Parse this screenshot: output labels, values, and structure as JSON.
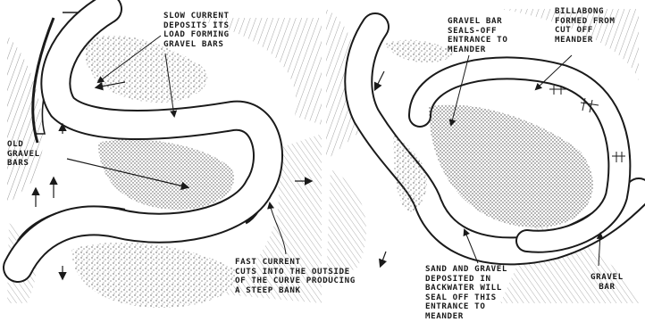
{
  "labels": {
    "slow_current": "SLOW CURRENT\nDEPOSITS ITS\nLOAD FORMING\nGRAVEL BARS",
    "old_gravel_bars": "OLD\nGRAVEL\nBARS",
    "fast_current": "FAST CURRENT\nCUTS INTO THE OUTSIDE\nOF THE CURVE PRODUCING\nA STEEP BANK",
    "gravel_bar_seals": "GRAVEL BAR\nSEALS-OFF\nENTRANCE TO\nMEANDER",
    "billabong": "BILLABONG\nFORMED FROM\nCUT OFF\nMEANDER",
    "sand_and_gravel": "SAND AND GRAVEL\nDEPOSITED IN\nBACKWATER WILL\nSEAL OFF THIS\nENTRANCE TO\nMEANDER",
    "gravel_bar": "GRAVEL\nBAR"
  },
  "colors": {
    "ink": "#1a1a1a",
    "stipple": "#555555",
    "water": "#ffffff"
  }
}
